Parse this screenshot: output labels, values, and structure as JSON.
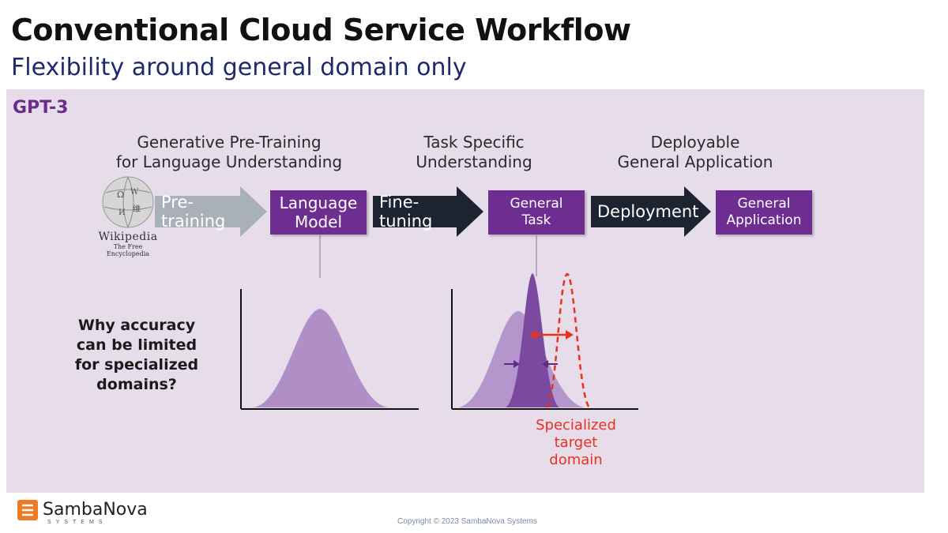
{
  "slide": {
    "title": "Conventional Cloud Service Workflow",
    "subtitle": "Flexibility around general domain only",
    "panel_label": "GPT-3"
  },
  "stages": {
    "pretraining_heading": [
      "Generative Pre-Training",
      "for Language Understanding"
    ],
    "task_heading": [
      "Task Specific",
      "Understanding"
    ],
    "deploy_heading": [
      "Deployable",
      "General Application"
    ]
  },
  "arrows": {
    "pretraining": "Pre-training",
    "finetuning": "Fine-tuning",
    "deployment": "Deployment"
  },
  "boxes": {
    "language_model": [
      "Language",
      "Model"
    ],
    "general_task": [
      "General",
      "Task"
    ],
    "general_application": [
      "General",
      "Application"
    ]
  },
  "wikipedia": {
    "name": "Wikipedia",
    "tagline": "The Free Encyclopedia"
  },
  "question": [
    "Why accuracy",
    "can be limited",
    "for specialized",
    "domains?"
  ],
  "specialized_label": [
    "Specialized",
    "target",
    "domain"
  ],
  "footer": {
    "copyright": "Copyright © 2023 SambaNova Systems",
    "brand": "SambaNova",
    "brand_sub": "SYSTEMS"
  },
  "colors": {
    "purple": "#6e2d91",
    "navy": "#1c2431",
    "gray_arrow": "#a9b0b8",
    "panel": "#e6dcea",
    "red": "#e8321e"
  }
}
